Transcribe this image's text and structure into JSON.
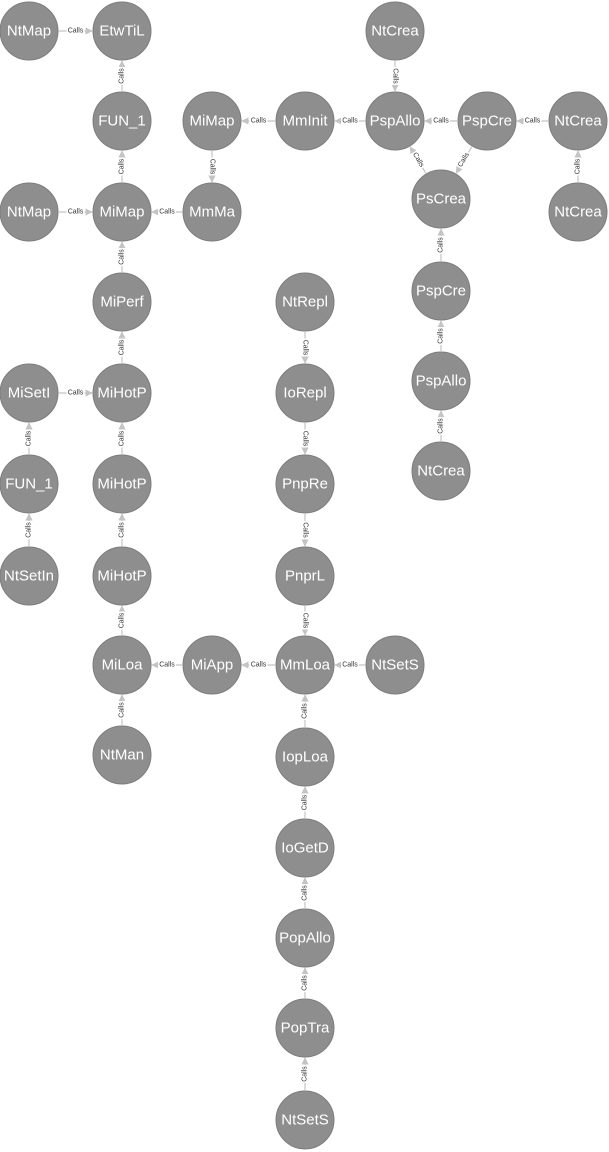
{
  "colors": {
    "node": "#8e8e8e",
    "edge": "#c4c4c4",
    "text": "#ffffff",
    "edge_text": "#333333"
  },
  "edge_label": "Calls",
  "nodes": [
    {
      "id": "n1",
      "label": "NtMap"
    },
    {
      "id": "n2",
      "label": "EtwTiL"
    },
    {
      "id": "n3",
      "label": "FUN_1"
    },
    {
      "id": "n4",
      "label": "NtMap"
    },
    {
      "id": "n5",
      "label": "MiMap"
    },
    {
      "id": "n6",
      "label": "MmMa"
    },
    {
      "id": "n7",
      "label": "MiMap"
    },
    {
      "id": "n8",
      "label": "MmInit"
    },
    {
      "id": "n9",
      "label": "PspAllo"
    },
    {
      "id": "n10",
      "label": "NtCrea"
    },
    {
      "id": "n11",
      "label": "PspCre"
    },
    {
      "id": "n12",
      "label": "NtCrea"
    },
    {
      "id": "n13",
      "label": "NtCrea"
    },
    {
      "id": "n14",
      "label": "PsCrea"
    },
    {
      "id": "n15",
      "label": "PspCre"
    },
    {
      "id": "n16",
      "label": "PspAllo"
    },
    {
      "id": "n17",
      "label": "NtCrea"
    },
    {
      "id": "n18",
      "label": "MiPerf"
    },
    {
      "id": "n19",
      "label": "MiHotP"
    },
    {
      "id": "n20",
      "label": "MiSetI"
    },
    {
      "id": "n21",
      "label": "FUN_1"
    },
    {
      "id": "n22",
      "label": "NtSetIn"
    },
    {
      "id": "n23",
      "label": "MiHotP"
    },
    {
      "id": "n24",
      "label": "MiHotP"
    },
    {
      "id": "n25",
      "label": "MiLoa"
    },
    {
      "id": "n26",
      "label": "NtMan"
    },
    {
      "id": "n27",
      "label": "MiApp"
    },
    {
      "id": "n28",
      "label": "MmLoa"
    },
    {
      "id": "n29",
      "label": "NtSetS"
    },
    {
      "id": "n30",
      "label": "NtRepl"
    },
    {
      "id": "n31",
      "label": "IoRepl"
    },
    {
      "id": "n32",
      "label": "PnpRe"
    },
    {
      "id": "n33",
      "label": "PnprL"
    },
    {
      "id": "n34",
      "label": "IopLoa"
    },
    {
      "id": "n35",
      "label": "IoGetD"
    },
    {
      "id": "n36",
      "label": "PopAllo"
    },
    {
      "id": "n37",
      "label": "PopTra"
    },
    {
      "id": "n38",
      "label": "NtSetS"
    }
  ],
  "edges": [
    {
      "from": "n1",
      "to": "n2"
    },
    {
      "from": "n3",
      "to": "n2"
    },
    {
      "from": "n5",
      "to": "n3"
    },
    {
      "from": "n4",
      "to": "n5"
    },
    {
      "from": "n6",
      "to": "n5"
    },
    {
      "from": "n7",
      "to": "n6"
    },
    {
      "from": "n8",
      "to": "n7"
    },
    {
      "from": "n9",
      "to": "n8"
    },
    {
      "from": "n10",
      "to": "n9"
    },
    {
      "from": "n11",
      "to": "n9"
    },
    {
      "from": "n12",
      "to": "n11"
    },
    {
      "from": "n13",
      "to": "n12"
    },
    {
      "from": "n14",
      "to": "n9"
    },
    {
      "from": "n11",
      "to": "n14"
    },
    {
      "from": "n15",
      "to": "n14"
    },
    {
      "from": "n16",
      "to": "n15"
    },
    {
      "from": "n17",
      "to": "n16"
    },
    {
      "from": "n18",
      "to": "n5"
    },
    {
      "from": "n19",
      "to": "n18"
    },
    {
      "from": "n20",
      "to": "n19"
    },
    {
      "from": "n21",
      "to": "n20"
    },
    {
      "from": "n22",
      "to": "n21"
    },
    {
      "from": "n23",
      "to": "n19"
    },
    {
      "from": "n24",
      "to": "n23"
    },
    {
      "from": "n25",
      "to": "n24"
    },
    {
      "from": "n26",
      "to": "n25"
    },
    {
      "from": "n27",
      "to": "n25"
    },
    {
      "from": "n28",
      "to": "n27"
    },
    {
      "from": "n29",
      "to": "n28"
    },
    {
      "from": "n30",
      "to": "n31"
    },
    {
      "from": "n31",
      "to": "n32"
    },
    {
      "from": "n32",
      "to": "n33"
    },
    {
      "from": "n33",
      "to": "n28"
    },
    {
      "from": "n34",
      "to": "n28"
    },
    {
      "from": "n35",
      "to": "n34"
    },
    {
      "from": "n36",
      "to": "n35"
    },
    {
      "from": "n37",
      "to": "n36"
    },
    {
      "from": "n38",
      "to": "n37"
    }
  ]
}
